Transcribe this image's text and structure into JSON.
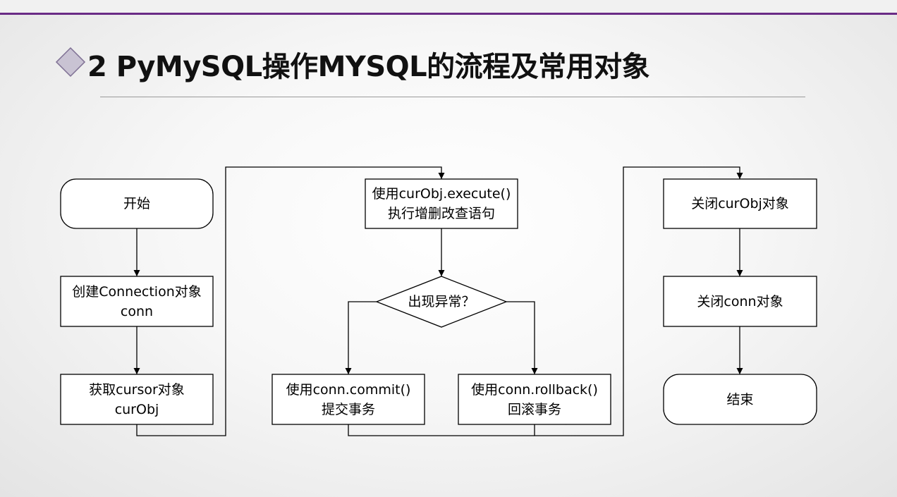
{
  "title": "2 PyMySQL操作MYSQL的流程及常用对象",
  "nodes": {
    "start": [
      "开始"
    ],
    "create_conn": [
      "创建Connection对象",
      "conn"
    ],
    "get_cursor": [
      "获取cursor对象",
      "curObj"
    ],
    "execute": [
      "使用curObj.execute()",
      "执行增删改查语句"
    ],
    "decision": [
      "出现异常？"
    ],
    "commit": [
      "使用conn.commit()",
      "提交事务"
    ],
    "rollback": [
      "使用conn.rollback()",
      "回滚事务"
    ],
    "close_cursor": [
      "关闭curObj对象"
    ],
    "close_conn": [
      "关闭conn对象"
    ],
    "end": [
      "结束"
    ]
  },
  "colors": {
    "accent_bar": "#6a2b86",
    "diamond_icon_fill": "#c9c3d3",
    "diamond_icon_stroke": "#7e6f93"
  }
}
